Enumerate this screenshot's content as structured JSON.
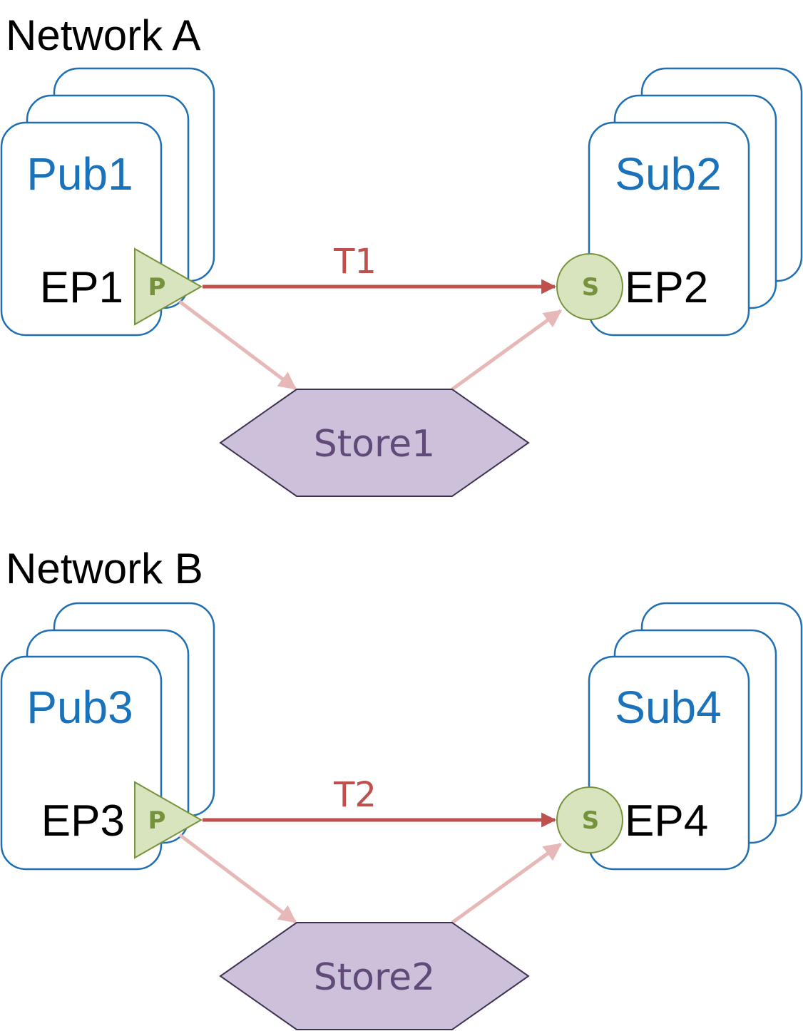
{
  "colors": {
    "process_border": "#1f6fb3",
    "process_label": "#1a72bb",
    "topic": "#c0504d",
    "store_edge": "#e6b9b8",
    "store_fill": "#ccc0da",
    "store_border": "#3f3151",
    "store_text": "#5f4a78",
    "endpoint_fill": "#d7e4bd",
    "endpoint_border": "#77933c",
    "endpoint_text": "#76923c"
  },
  "networks": [
    {
      "title": "Network A",
      "publisher": {
        "name": "Pub1",
        "endpoint": "EP1",
        "badge": "P"
      },
      "subscriber": {
        "name": "Sub2",
        "endpoint": "EP2",
        "badge": "S"
      },
      "topic": "T1",
      "store": "Store1"
    },
    {
      "title": "Network B",
      "publisher": {
        "name": "Pub3",
        "endpoint": "EP3",
        "badge": "P"
      },
      "subscriber": {
        "name": "Sub4",
        "endpoint": "EP4",
        "badge": "S"
      },
      "topic": "T2",
      "store": "Store2"
    }
  ]
}
